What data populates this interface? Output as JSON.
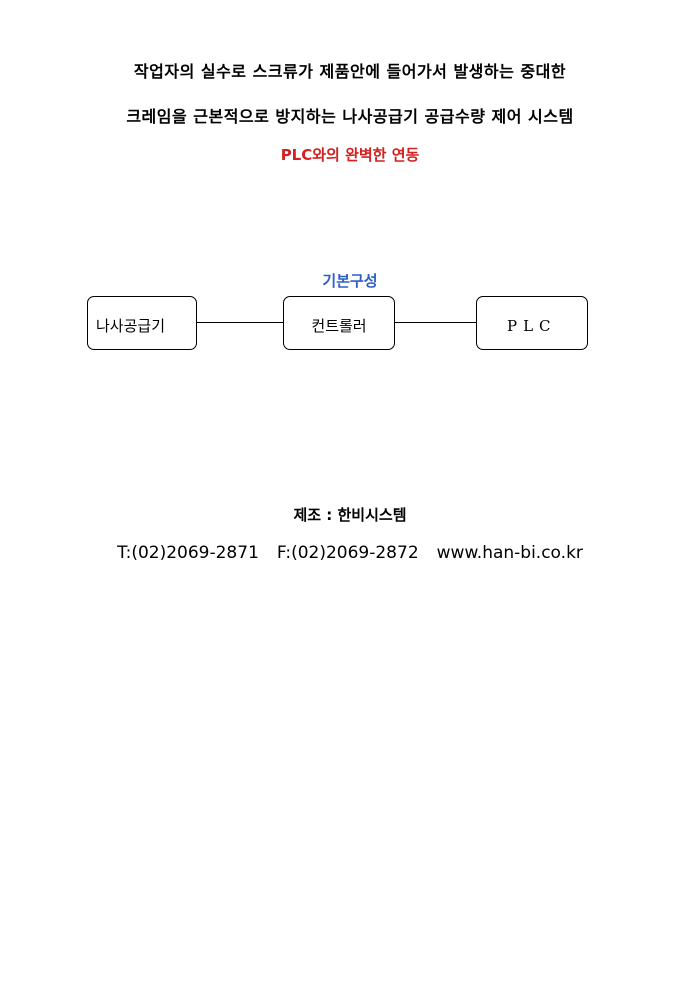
{
  "document": {
    "title_line_1": "작업자의 실수로 스크류가 제품안에 들어가서 발생하는 중대한",
    "title_line_2": "크레임을 근본적으로 방지하는 나사공급기 공급수량 제어 시스템",
    "subtitle": "PLC와의 완벽한 연동",
    "section_heading": "기본구성"
  },
  "diagram": {
    "nodes": [
      {
        "label": "나사공급기"
      },
      {
        "label": "컨트롤러"
      },
      {
        "label": "PLC"
      }
    ],
    "edges": [
      {
        "from": "나사공급기",
        "to": "컨트롤러"
      },
      {
        "from": "컨트롤러",
        "to": "PLC"
      }
    ]
  },
  "footer": {
    "maker": "제조 : 한비시스템",
    "phone": "T:(02)2069-2871",
    "fax": "F:(02)2069-2872",
    "website": "www.han-bi.co.kr"
  },
  "colors": {
    "text": "#000000",
    "subtitle": "#d42020",
    "heading": "#2e5fc9"
  }
}
